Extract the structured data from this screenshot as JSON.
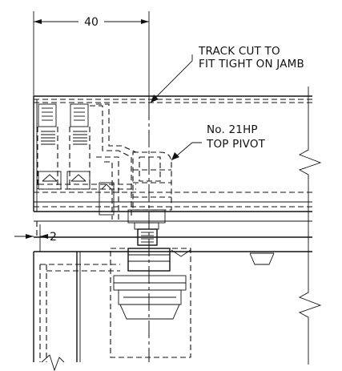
{
  "dimensions": {
    "top_width": "40",
    "jamb_offset": "2"
  },
  "callouts": {
    "track_line1": "TRACK CUT TO",
    "track_line2": "FIT TIGHT ON JAMB",
    "pivot_line1": "No. 21HP",
    "pivot_line2": "TOP PIVOT"
  }
}
